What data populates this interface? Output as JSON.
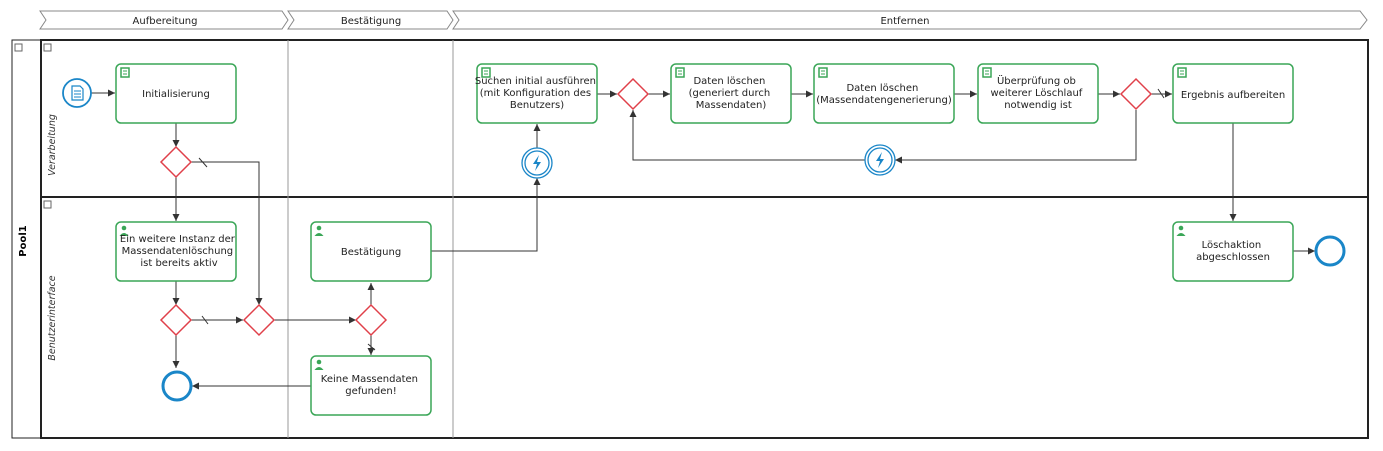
{
  "phases": [
    "Aufbereitung",
    "Bestätigung",
    "Entfernen"
  ],
  "pool": {
    "label": "Pool1"
  },
  "lanes": [
    "Verarbeitung",
    "Benutzerinterface"
  ],
  "tasks": {
    "initialisierung": [
      "Initialisierung"
    ],
    "suchen": [
      "Suchen initial ausführen",
      "(mit Konfiguration des",
      "Benutzers)"
    ],
    "daten_loeschen_1": [
      "Daten löschen",
      "(generiert durch",
      "Massendaten)"
    ],
    "daten_loeschen_2": [
      "Daten löschen",
      "(Massendatengenerierung)"
    ],
    "ueberpruefung": [
      "Überprüfung ob",
      "weiterer Löschlauf",
      "notwendig ist"
    ],
    "ergebnis": [
      "Ergebnis aufbereiten"
    ],
    "instanz": [
      "Ein weitere Instanz der",
      "Massendatenlöschung",
      "ist bereits aktiv"
    ],
    "bestaetigung": [
      "Bestätigung"
    ],
    "keine": [
      "Keine Massendaten",
      "gefunden!"
    ],
    "loeschaktion": [
      "Löschaktion",
      "abgeschlossen"
    ]
  },
  "colors": {
    "task_border": "#3aa657",
    "gateway": "#e0404a",
    "event": "#1a86c8"
  }
}
